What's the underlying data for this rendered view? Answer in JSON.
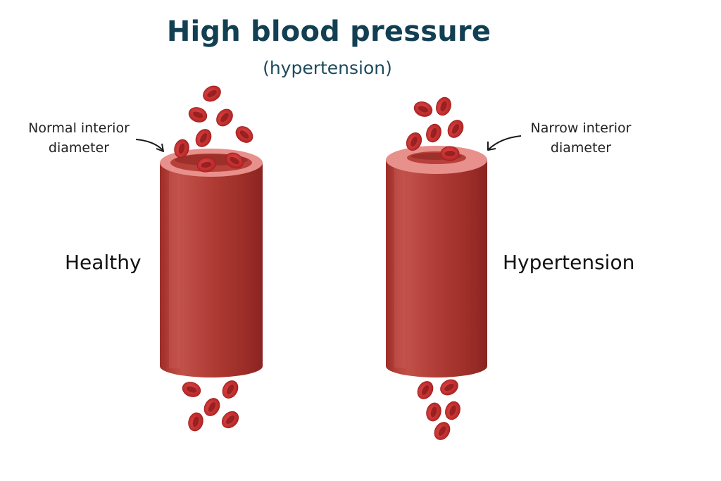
{
  "title": "High blood pressure",
  "subtitle": "(hypertension)",
  "vessels": {
    "healthy": {
      "label": "Healthy",
      "annotation_line1": "Normal interior",
      "annotation_line2": "diameter"
    },
    "hypertension": {
      "label": "Hypertension",
      "annotation_line1": "Narrow interior",
      "annotation_line2": "diameter"
    }
  },
  "colors": {
    "title": "#123f52",
    "vessel_body": "#b03a33",
    "vessel_rim": "#e88a86",
    "blood_cell": "#c62e2e"
  }
}
